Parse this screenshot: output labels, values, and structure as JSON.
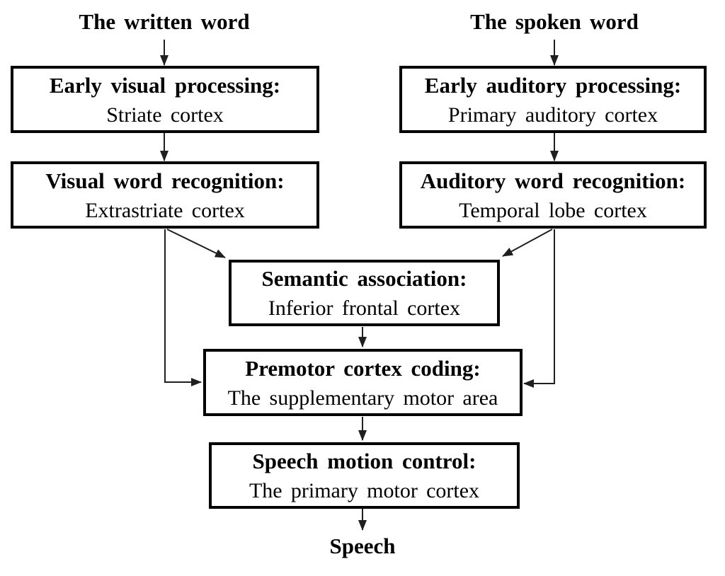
{
  "flowchart": {
    "inputs": {
      "written": {
        "label": "The written word"
      },
      "spoken": {
        "label": "The spoken word"
      }
    },
    "nodes": {
      "early_visual": {
        "title": "Early visual processing:",
        "subtitle": "Striate cortex"
      },
      "visual_recognition": {
        "title": "Visual word recognition:",
        "subtitle": "Extrastriate cortex"
      },
      "early_auditory": {
        "title": "Early auditory processing:",
        "subtitle": "Primary auditory cortex"
      },
      "auditory_recognition": {
        "title": "Auditory word recognition:",
        "subtitle": "Temporal lobe cortex"
      },
      "semantic": {
        "title": "Semantic association:",
        "subtitle": "Inferior frontal cortex"
      },
      "premotor": {
        "title": "Premotor cortex coding:",
        "subtitle": "The supplementary motor area"
      },
      "speech_motion": {
        "title": "Speech motion control:",
        "subtitle": "The primary motor cortex"
      }
    },
    "output": {
      "label": "Speech"
    },
    "connections": [
      {
        "from": "the-written-word",
        "to": "early-visual-processing"
      },
      {
        "from": "early-visual-processing",
        "to": "visual-word-recognition"
      },
      {
        "from": "the-spoken-word",
        "to": "early-auditory-processing"
      },
      {
        "from": "early-auditory-processing",
        "to": "auditory-word-recognition"
      },
      {
        "from": "visual-word-recognition",
        "to": "semantic-association"
      },
      {
        "from": "auditory-word-recognition",
        "to": "semantic-association"
      },
      {
        "from": "visual-word-recognition",
        "to": "premotor-cortex-coding"
      },
      {
        "from": "auditory-word-recognition",
        "to": "premotor-cortex-coding"
      },
      {
        "from": "semantic-association",
        "to": "premotor-cortex-coding"
      },
      {
        "from": "premotor-cortex-coding",
        "to": "speech-motion-control"
      },
      {
        "from": "speech-motion-control",
        "to": "speech"
      }
    ],
    "colors": {
      "background": "#ffffff",
      "box_border": "#000000",
      "text": "#000000",
      "arrow": "#1f1f1f"
    }
  }
}
